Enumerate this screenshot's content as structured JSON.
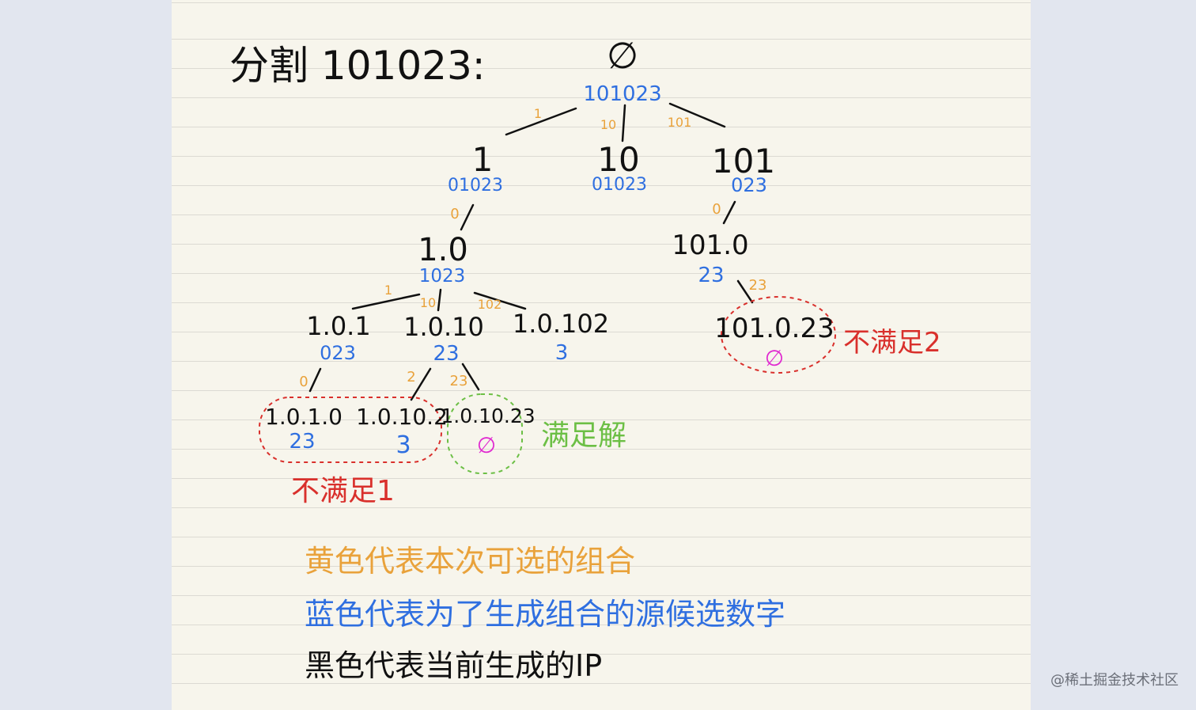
{
  "colors": {
    "black": "#111111",
    "blue": "#2f6fe0",
    "orange": "#e9a23b",
    "red": "#d9302c",
    "green": "#6cbf45",
    "magenta": "#e02bd0"
  },
  "title": "分割 101023:",
  "nodes": {
    "root": {
      "label": "∅",
      "rest": "101023"
    },
    "n1": {
      "label": "1",
      "rest": "01023"
    },
    "n10": {
      "label": "10",
      "rest": "01023"
    },
    "n101": {
      "label": "101",
      "rest": "023"
    },
    "n1_0": {
      "label": "1.0",
      "rest": "1023"
    },
    "n101_0": {
      "label": "101.0",
      "rest": "23"
    },
    "n1_0_1": {
      "label": "1.0.1",
      "rest": "023"
    },
    "n1_0_10": {
      "label": "1.0.10",
      "rest": "23"
    },
    "n1_0_102": {
      "label": "1.0.102",
      "rest": "3"
    },
    "n101_0_23": {
      "label": "101.0.23",
      "rest": "∅"
    },
    "n1_0_1_0": {
      "label": "1.0.1.0",
      "rest": "23"
    },
    "n1_0_10_2": {
      "label": "1.0.10.2",
      "rest": "3"
    },
    "n1_0_10_23": {
      "label": "1.0.10.23",
      "rest": "∅"
    }
  },
  "edges": {
    "e_root_1": "1",
    "e_root_10": "10",
    "e_root_101": "101",
    "e_1_0": "0",
    "e_101_0": "0",
    "e_10_1": "1",
    "e_10_10": "10",
    "e_10_102": "102",
    "e_1010_23": "23",
    "e_101_0b": "0",
    "e_1010b_2": "2",
    "e_1010b_23": "23"
  },
  "annotations": {
    "not_satisfy_1": "不满足1",
    "not_satisfy_2": "不满足2",
    "satisfied": "满足解"
  },
  "legend": {
    "orange": "黄色代表本次可选的组合",
    "blue": "蓝色代表为了生成组合的源候选数字",
    "black": "黑色代表当前生成的IP"
  },
  "watermark": "@稀土掘金技术社区"
}
